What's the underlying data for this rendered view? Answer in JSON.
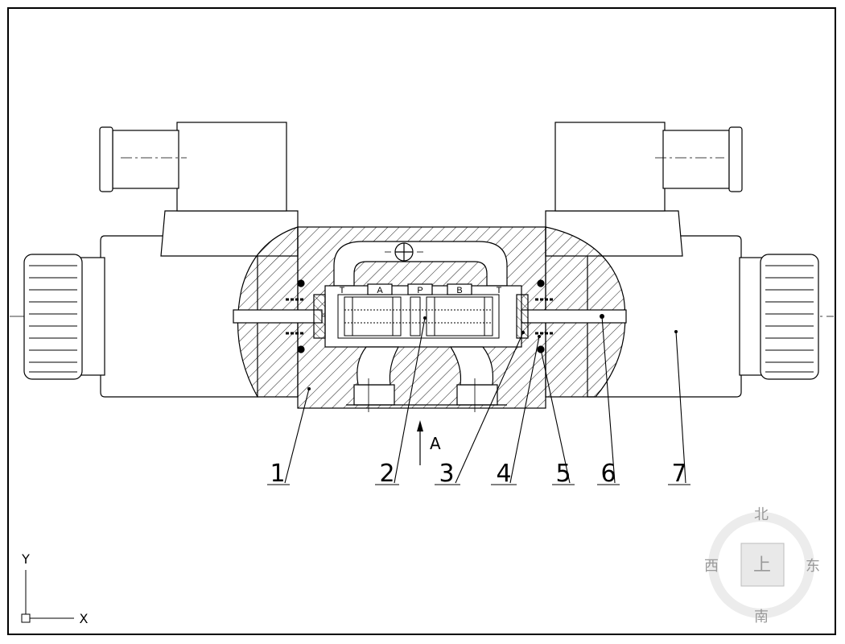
{
  "part_labels": [
    "1",
    "2",
    "3",
    "4",
    "5",
    "6",
    "7"
  ],
  "view_label": "A",
  "port_labels": {
    "t_left": "T",
    "a": "A",
    "p": "P",
    "b": "B",
    "t_right": "T"
  },
  "viewcube": {
    "north": "北",
    "south": "南",
    "east": "东",
    "west": "西",
    "face": "上"
  },
  "ucs": {
    "x_label": "X",
    "y_label": "Y"
  },
  "colors": {
    "line": "#000000",
    "background": "#ffffff",
    "viewcube": "#9a9a9a"
  }
}
